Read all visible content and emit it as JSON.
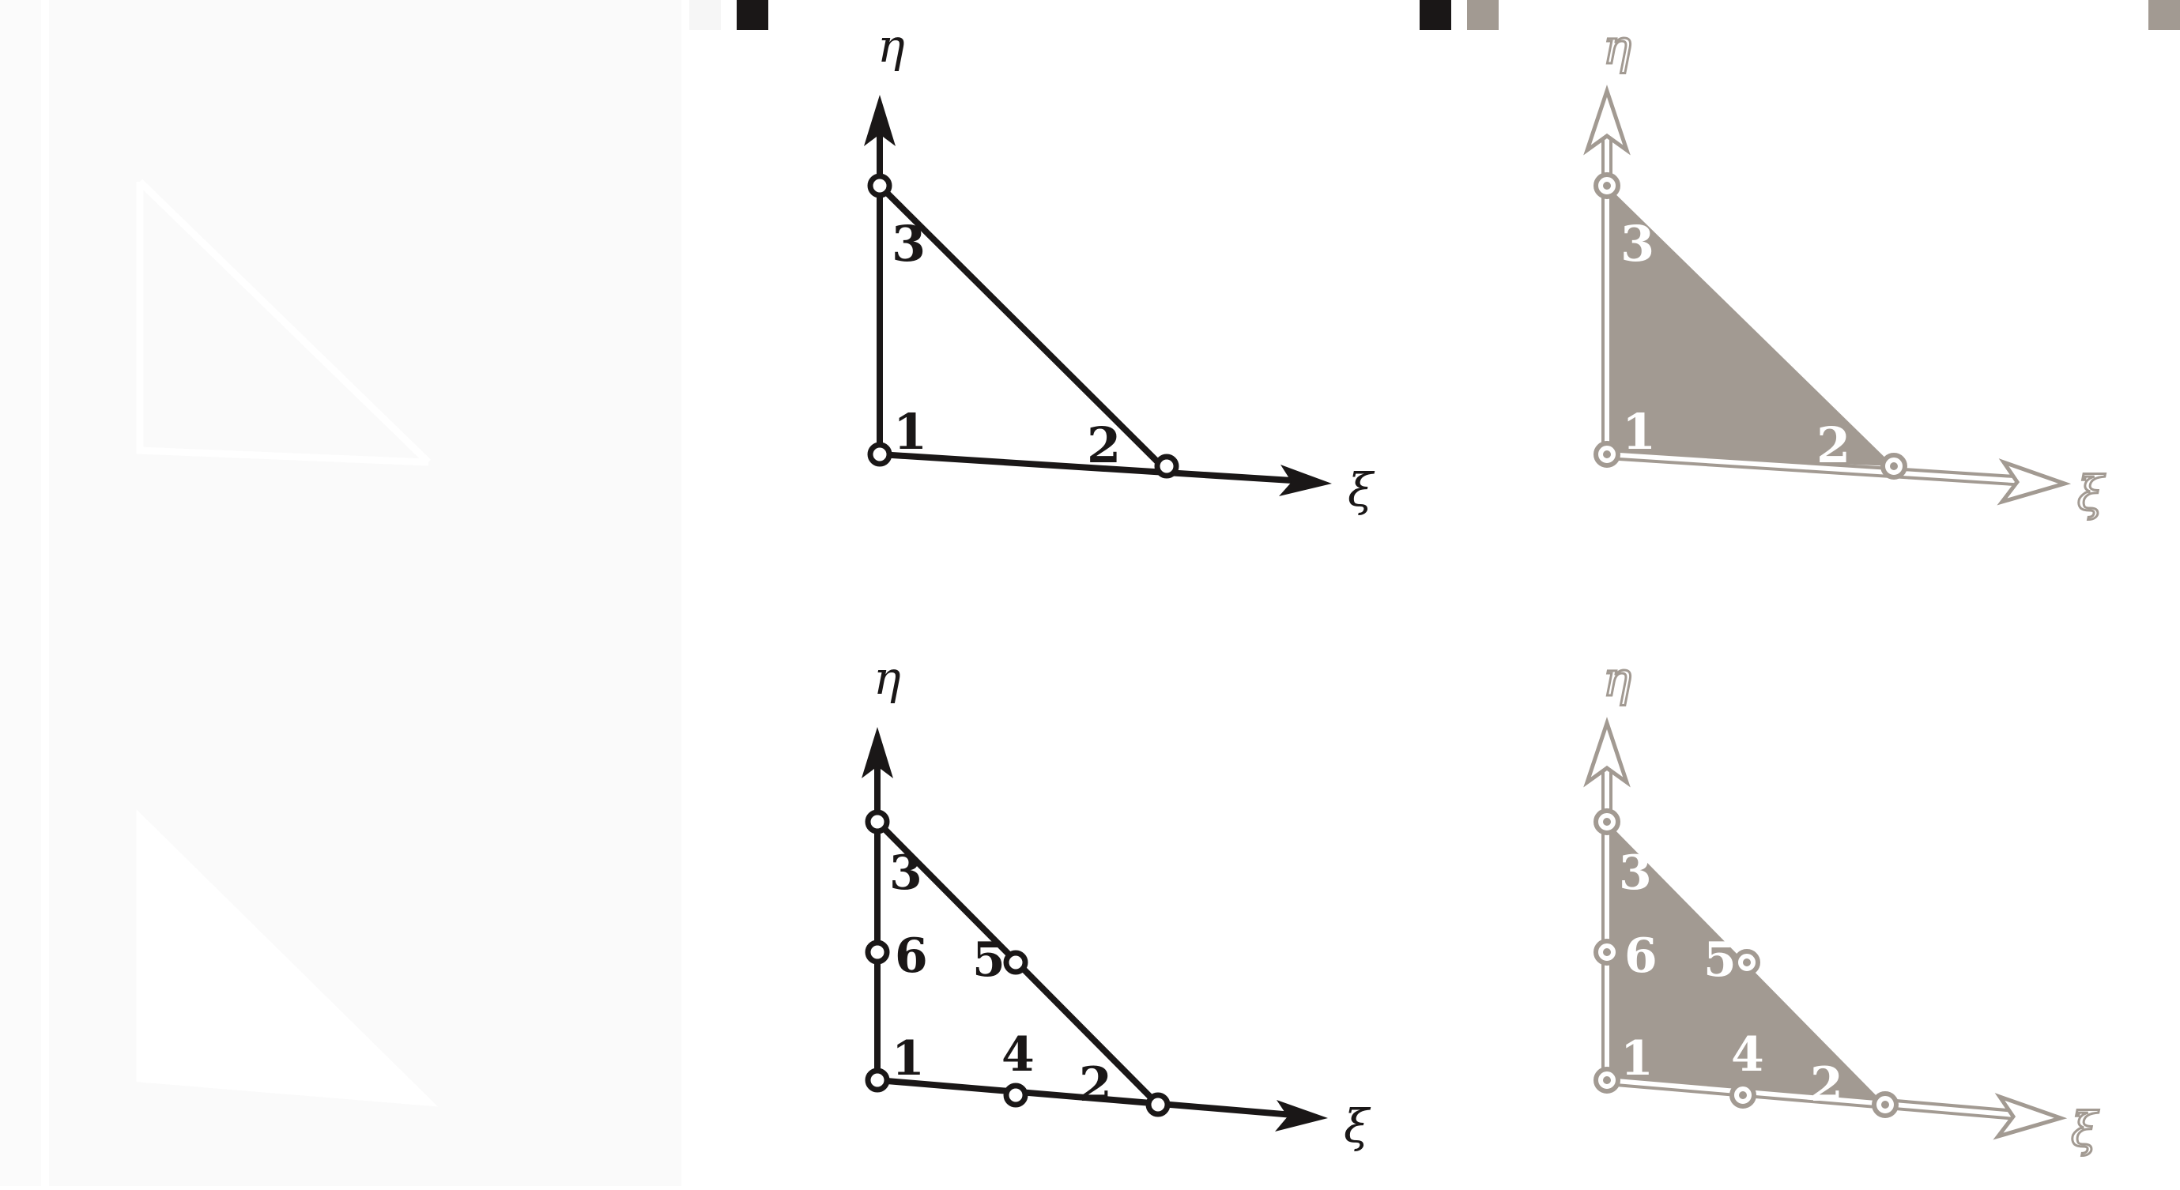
{
  "colors": {
    "ink": "#1a1717",
    "gray": "#a29a92",
    "faint": "#fafafa"
  },
  "axes": {
    "eta": "η",
    "xi": "ξ"
  },
  "linear_element": {
    "node_labels": [
      "1",
      "2",
      "3"
    ]
  },
  "quadratic_element": {
    "node_labels": [
      "1",
      "2",
      "3",
      "4",
      "5",
      "6"
    ]
  }
}
